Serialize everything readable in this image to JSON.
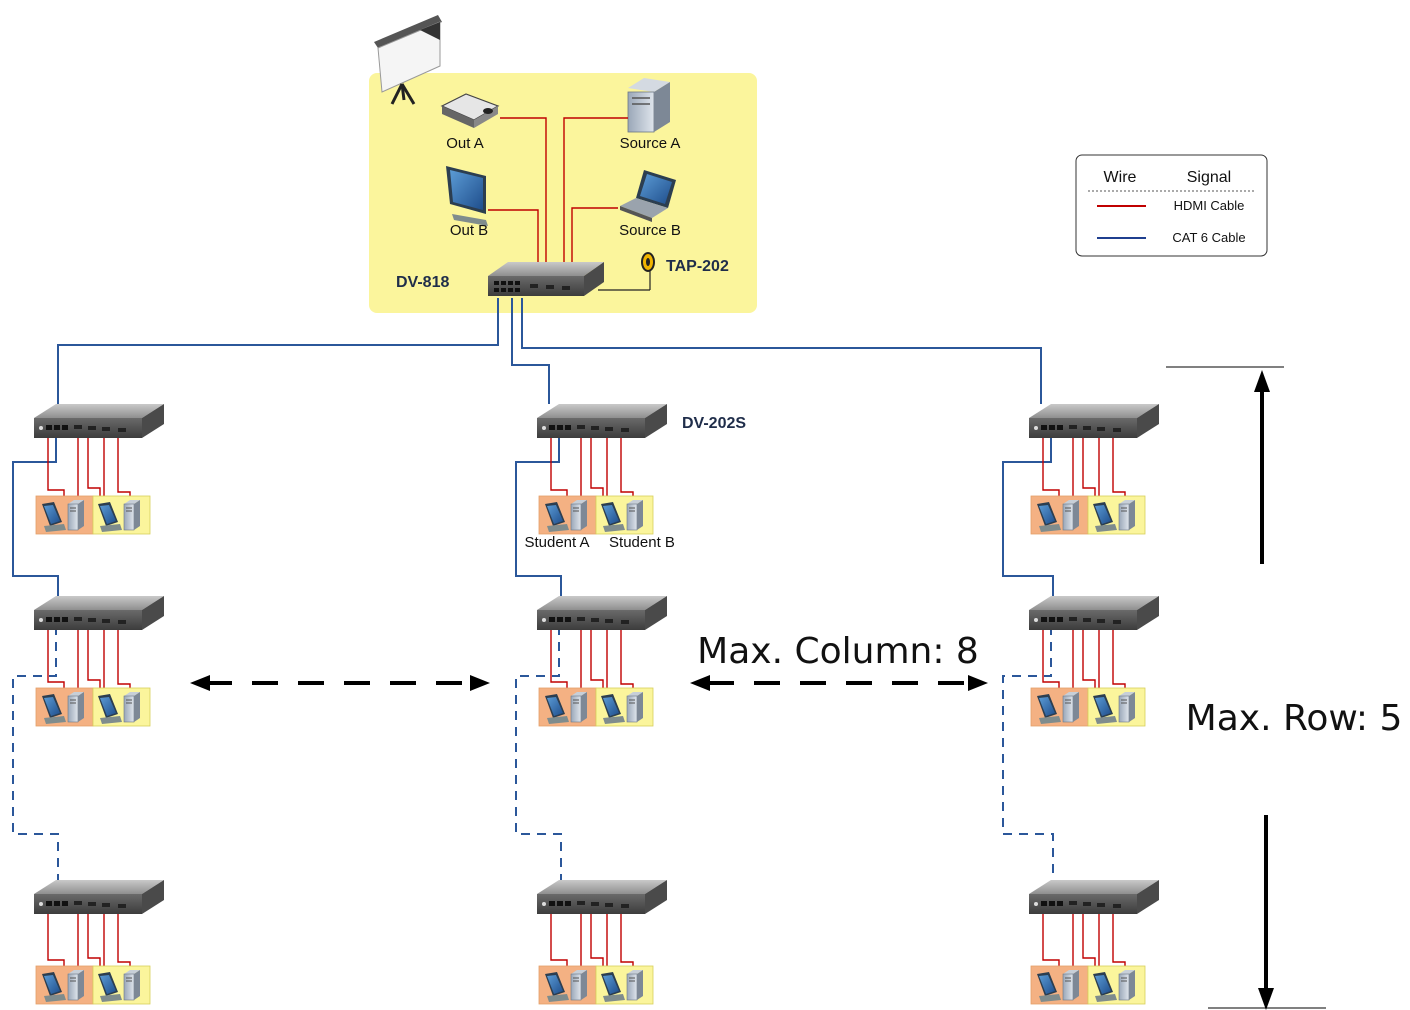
{
  "control_room": {
    "switcher_label": "DV-818",
    "panel_label": "TAP-202",
    "out_a": "Out A",
    "out_b": "Out B",
    "source_a": "Source A",
    "source_b": "Source B"
  },
  "receiver_label": "DV-202S",
  "students": {
    "a": "Student A",
    "b": "Student B"
  },
  "legend": {
    "col_wire": "Wire",
    "col_signal": "Signal",
    "items": [
      {
        "label": "HDMI Cable",
        "color": "#c00000"
      },
      {
        "label": "CAT 6 Cable",
        "color": "#1f3f8f"
      }
    ]
  },
  "limits": {
    "max_column": "Max. Column: 8",
    "max_row": "Max. Row: 5"
  },
  "colors": {
    "area": "#fbf59c",
    "hdmi": "#c00000",
    "cat6": "#2b579a",
    "student_a_bg": "#f4b183",
    "student_b_bg": "#fbf59c"
  }
}
